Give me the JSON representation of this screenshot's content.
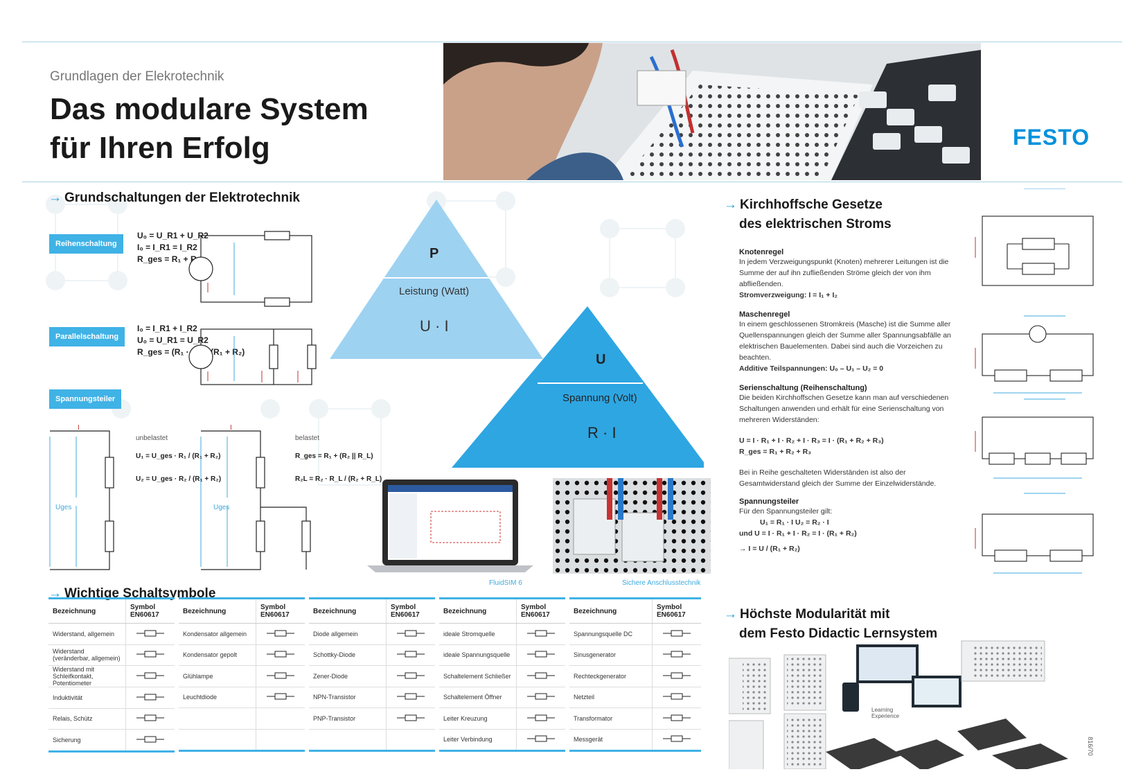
{
  "header": {
    "subtitle": "Grundlagen der Elekrotechnik",
    "title_line1": "Das modulare System",
    "title_line2": "für Ihren Erfolg",
    "brand": "FESTO"
  },
  "sections": {
    "grundschaltungen": "Grundschaltungen der Elektrotechnik",
    "schaltsymbole": "Wichtige Schaltsymbole",
    "kirchhoff_line1": "Kirchhoffsche Gesetze",
    "kirchhoff_line2": "des elektrischen Stroms",
    "modularitaet_line1": "Höchste Modularität mit",
    "modularitaet_line2": "dem Festo Didactic Lernsystem"
  },
  "circuits": {
    "reihen_label": "Reihenschaltung",
    "parallel_label": "Parallelschaltung",
    "spannungsteiler_label": "Spannungsteiler",
    "reihen_eq1": "U₀ = U_R1 + U_R2",
    "reihen_eq2": "I₀ = I_R1 = I_R2",
    "reihen_eq3": "R_ges = R₁ + R₂",
    "parallel_eq1": "I₀ = I_R1 + I_R2",
    "parallel_eq2": "U₀ = U_R1 = U_R2",
    "parallel_eq3": "R_ges = (R₁ · R₂) / (R₁ + R₂)",
    "unbelastet": "unbelastet",
    "belastet": "belastet",
    "unbelastet_eq1": "U₁ = U_ges · R₁ / (R₁ + R₂)",
    "unbelastet_eq2": "U₂ = U_ges · R₂ / (R₁ + R₂)",
    "belastet_eq1": "R_ges = R₁ + (R₂ || R_L)",
    "belastet_eq2": "R₂L = R₂ · R_L / (R₂ + R_L)",
    "uges": "Uges",
    "current": "I"
  },
  "pyramids": {
    "p_letter": "P",
    "p_label": "Leistung (Watt)",
    "p_formula": "U · I",
    "u_letter": "U",
    "u_label": "Spannung (Volt)",
    "u_formula": "R · I"
  },
  "captions": {
    "fluidsim": "FluidSIM 6",
    "anschluss": "Sichere Anschlusstechnik"
  },
  "kirchhoff": {
    "knoten_h": "Knotenregel",
    "knoten_p": "In jedem Verzweigungspunkt (Knoten) mehrerer Leitungen ist die Summe der auf ihn zufließenden Ströme gleich der von ihm abfließenden.",
    "knoten_b": "Stromverzweigung: I = I₁ + I₂",
    "maschen_h": "Maschenregel",
    "maschen_p": "In einem geschlossenen Stromkreis (Masche) ist die Summe aller Quellenspannungen gleich der Summe aller Spannungsabfälle an elektrischen Bauelementen. Dabei sind auch die Vorzeichen zu beachten.",
    "maschen_b": "Additive Teilspannungen: U₀ – U₁ – U₂ = 0",
    "serien_h": "Serienschaltung (Reihenschaltung)",
    "serien_p": "Die beiden Kirchhoffschen Gesetze kann man auf verschiedenen Schaltungen anwenden und erhält für eine Serienschaltung von mehreren Widerständen:",
    "serien_eq1": "U = I · R₁ + I · R₂ + I · R₃ = I · (R₁ + R₂ + R₃)",
    "serien_eq2": "R_ges = R₁ + R₂ + R₃",
    "serien_p2": "Bei in Reihe geschalteten Widerständen ist also der Gesamtwiderstand gleich der Summe der Einzelwiderstände.",
    "teiler_h": "Spannungsteiler",
    "teiler_p": "Für den Spannungsteiler gilt:",
    "teiler_eq1": "U₁ = R₁ · I        U₂ = R₂ · I",
    "teiler_eq2": "und   U = I · R₁ + I · R₂ = I · (R₁ + R₂)",
    "teiler_eq3": "→ I = U / (R₁ + R₂)"
  },
  "symbol_tables": [
    {
      "col1": "Bezeichnung",
      "col2": "Symbol EN60617",
      "rows": [
        "Widerstand, allgemein",
        "Widerstand (veränderbar, allgemein)",
        "Widerstand mit Schleifkontakt, Potentiometer",
        "Induktivität",
        "Relais, Schütz",
        "Sicherung"
      ]
    },
    {
      "col1": "Bezeichnung",
      "col2": "Symbol EN60617",
      "rows": [
        "Kondensator allgemein",
        "Kondensator gepolt",
        "Glühlampe",
        "Leuchtdiode",
        "",
        ""
      ]
    },
    {
      "col1": "Bezeichnung",
      "col2": "Symbol EN60617",
      "rows": [
        "Diode allgemein",
        "Schottky-Diode",
        "Zener-Diode",
        "NPN-Transistor",
        "PNP-Transistor",
        ""
      ]
    },
    {
      "col1": "Bezeichnung",
      "col2": "Symbol EN60617",
      "rows": [
        "ideale Stromquelle",
        "ideale Spannungsquelle",
        "Schaltelement Schließer",
        "Schaltelement Öffner",
        "Leiter Kreuzung",
        "Leiter Verbindung"
      ]
    },
    {
      "col1": "Bezeichnung",
      "col2": "Symbol EN60617",
      "rows": [
        "Spannungsquelle DC",
        "Sinusgenerator",
        "Rechteckgenerator",
        "Netzteil",
        "Transformator",
        "Messgerät"
      ]
    }
  ],
  "product": {
    "learning": "Learning Experience",
    "code": "816/70"
  },
  "colors": {
    "accent": "#3fb2e6",
    "pyramid_light": "#8ecbee",
    "pyramid_dark": "#2aa3e0",
    "brand": "#0091dc"
  }
}
